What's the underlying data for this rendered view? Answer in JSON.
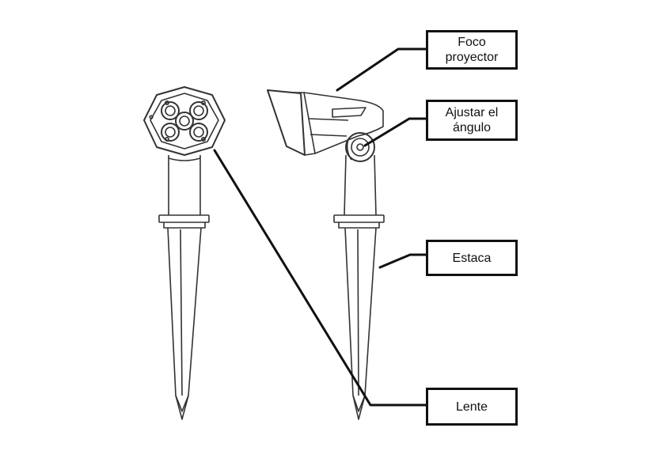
{
  "labels": {
    "foco": "Foco\nproyector",
    "ajustar": "Ajustar el\nángulo",
    "estaca": "Estaca",
    "lente": "Lente"
  }
}
